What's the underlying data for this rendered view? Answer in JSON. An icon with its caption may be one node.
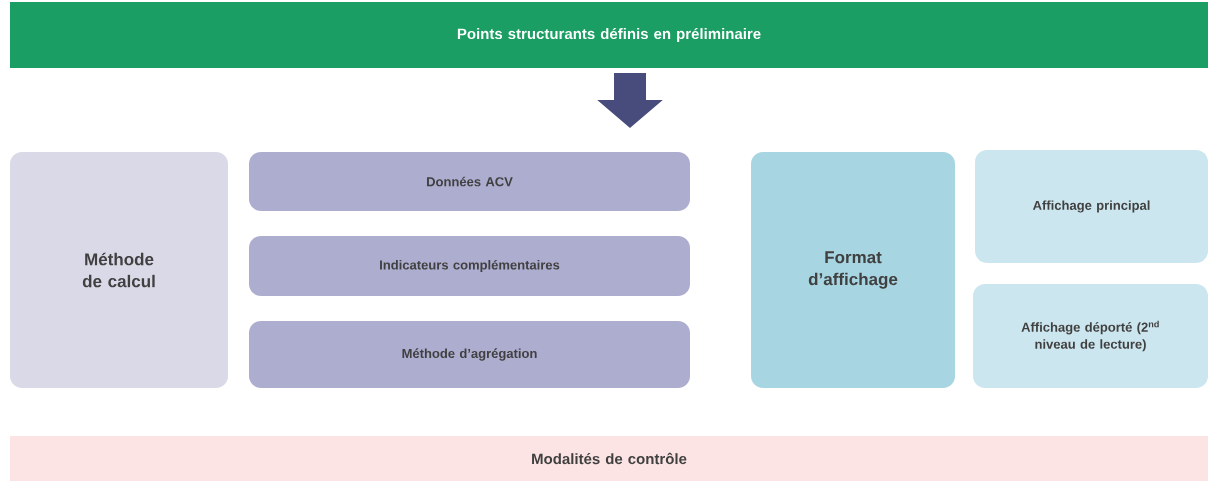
{
  "diagram": {
    "nodes": [
      {
        "text": [
          "Points structurants définis en préliminaire"
        ]
      },
      {
        "text": [
          "Méthode de calcul"
        ]
      },
      {
        "text": [
          "Données ACV"
        ]
      },
      {
        "text": [
          "Indicateurs complémentaires"
        ]
      },
      {
        "text": [
          "Méthode d’agrégation"
        ]
      },
      {
        "text": [
          "Format d’affichage"
        ]
      },
      {
        "text": [
          "Affichage principal"
        ]
      },
      {
        "text": [
          "Affichage déporté (2$^{nd}$ niveau de lecture)"
        ]
      },
      {
        "text": [
          "Modalités de contrôle"
        ]
      }
    ]
  }
}
